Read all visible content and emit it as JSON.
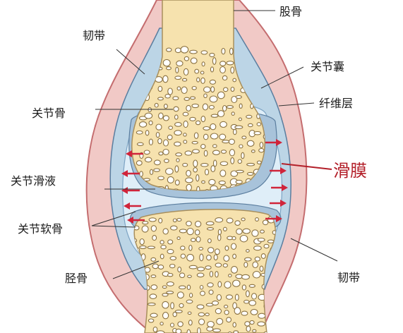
{
  "labels": {
    "femur": "股骨",
    "ligament_top": "韧带",
    "capsule": "关节囊",
    "fibrous_layer": "纤维层",
    "synovium": "滑膜",
    "articular_bone": "关节骨",
    "synovial_fluid": "关节滑液",
    "cartilage": "关节软骨",
    "tibia": "胫骨",
    "ligament_bottom": "韧带"
  },
  "colors": {
    "ligament_outer": "#f1c9c6",
    "ligament_stroke": "#c46d6f",
    "capsule": "#bcd5e6",
    "capsule_stroke": "#5b7e9f",
    "fluid": "#dfeef8",
    "cartilage": "#a8c3da",
    "bone": "#f6e2ae",
    "bone_stroke": "#a88f5d",
    "pores": "#c6ae78",
    "arrows": "#d0243a",
    "synovium_label": "#b3202a"
  }
}
